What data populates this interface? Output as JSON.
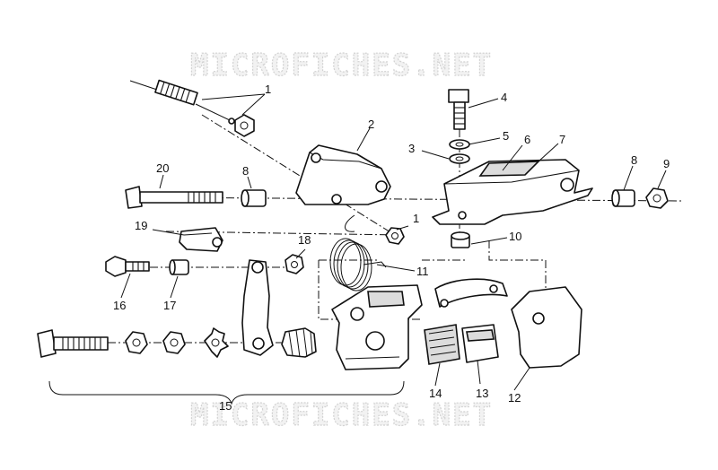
{
  "watermarks": [
    "MICROFICHES.NET",
    "MICROFICHES.NET"
  ],
  "callouts": {
    "c1a": "1",
    "c1b": "1",
    "c2": "2",
    "c3": "3",
    "c4": "4",
    "c5": "5",
    "c6": "6",
    "c7": "7",
    "c8a": "8",
    "c8b": "8",
    "c9": "9",
    "c10": "10",
    "c11": "11",
    "c12": "12",
    "c13": "13",
    "c14": "14",
    "c15": "15",
    "c16": "16",
    "c17": "17",
    "c18": "18",
    "c19": "19",
    "c20": "20"
  }
}
